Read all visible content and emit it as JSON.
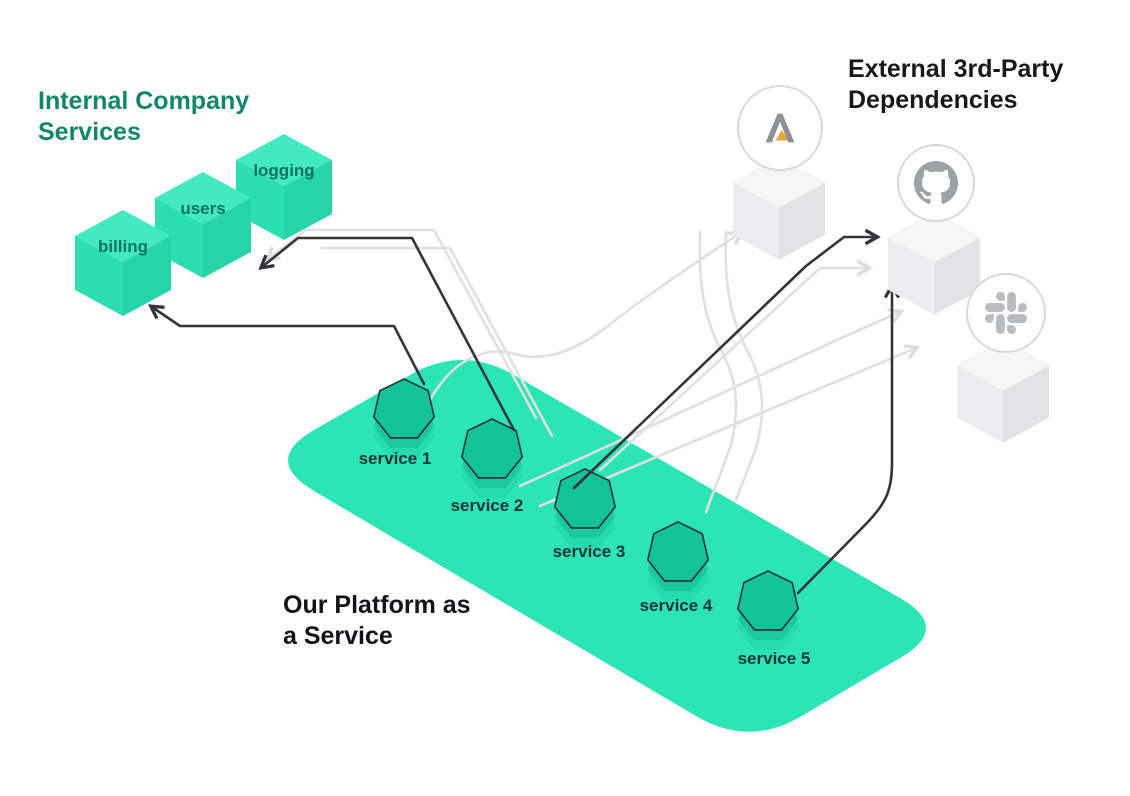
{
  "colors": {
    "platform_fill": "#2BE5B6",
    "cube_teal": "#2BDFB3",
    "heptagon_teal": "#12C39A",
    "internal_heading_teal": "#12866B",
    "internal_label_teal": "#0A7360",
    "ink": "#17181A",
    "dark_arrow": "#33343C",
    "gray_arrow": "#E0E0E0",
    "cube_gray": "#EDEDEF",
    "logo_gray": "#9DA2A6",
    "gold_accent": "#E8A63E"
  },
  "headings": {
    "internal": "Internal Company Services",
    "external": "External 3rd-Party Dependencies",
    "platform": "Our Platform as a Service"
  },
  "internal_services": {
    "items": [
      {
        "label": "billing"
      },
      {
        "label": "users"
      },
      {
        "label": "logging"
      }
    ]
  },
  "platform_services": {
    "items": [
      {
        "label": "service 1"
      },
      {
        "label": "service 2"
      },
      {
        "label": "service 3"
      },
      {
        "label": "service 4"
      },
      {
        "label": "service 5"
      }
    ]
  },
  "external_dependencies": {
    "items": [
      {
        "icon": "vendor-a-logo-icon"
      },
      {
        "icon": "github-logo-icon"
      },
      {
        "icon": "slack-logo-icon"
      }
    ]
  }
}
